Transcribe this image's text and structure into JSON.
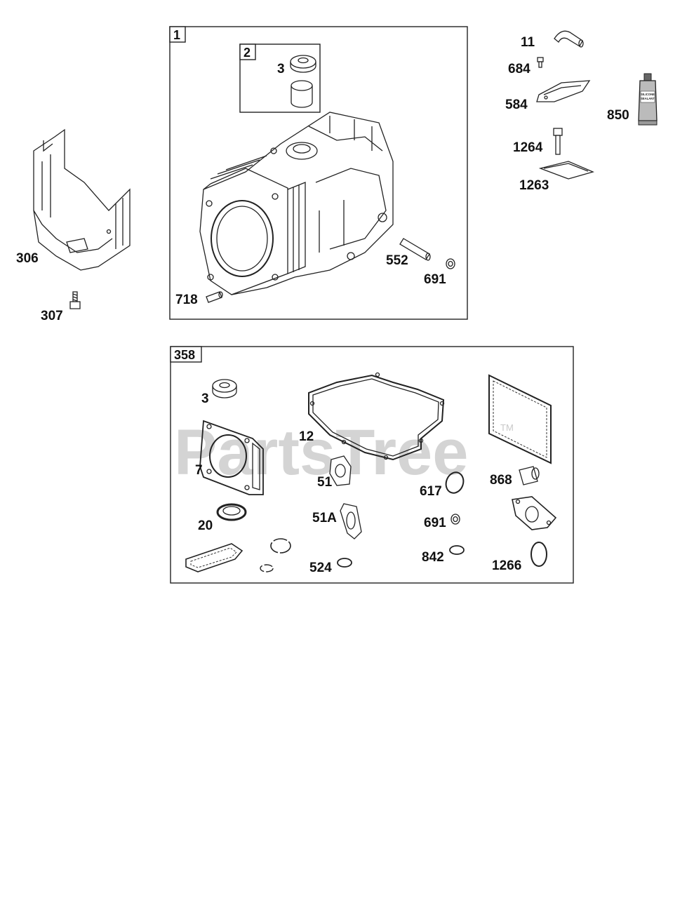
{
  "watermark": {
    "text": "PartsTree",
    "tm": "TM"
  },
  "group_boxes": [
    {
      "id": "box-1",
      "label": "1"
    },
    {
      "id": "box-2",
      "label": "2"
    },
    {
      "id": "box-358",
      "label": "358"
    }
  ],
  "parts": [
    {
      "label": "3"
    },
    {
      "label": "718"
    },
    {
      "label": "552"
    },
    {
      "label": "691"
    },
    {
      "label": "306"
    },
    {
      "label": "307"
    },
    {
      "label": "11"
    },
    {
      "label": "684"
    },
    {
      "label": "584"
    },
    {
      "label": "850"
    },
    {
      "label": "1264"
    },
    {
      "label": "1263"
    },
    {
      "label": "3"
    },
    {
      "label": "12"
    },
    {
      "label": "7"
    },
    {
      "label": "51"
    },
    {
      "label": "617"
    },
    {
      "label": "868"
    },
    {
      "label": "20"
    },
    {
      "label": "51A"
    },
    {
      "label": "691"
    },
    {
      "label": "524"
    },
    {
      "label": "842"
    },
    {
      "label": "1266"
    }
  ],
  "tube_text": [
    "SILICONE",
    "SEALANT"
  ]
}
